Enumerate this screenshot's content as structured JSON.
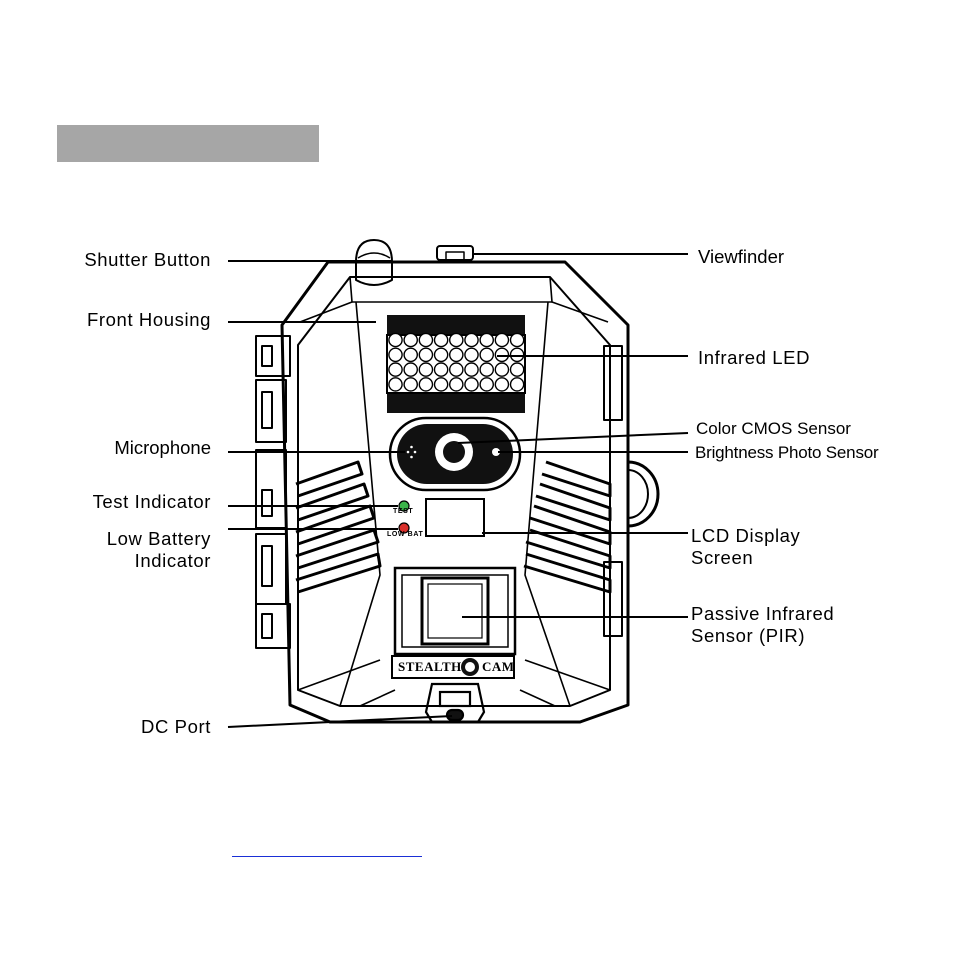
{
  "diagram": {
    "labels": {
      "shutter_button": "Shutter Button",
      "front_housing": "Front Housing",
      "microphone": "Microphone",
      "test_indicator": "Test Indicator",
      "low_battery_indicator": "Low Battery\nIndicator",
      "dc_port": "DC Port",
      "viewfinder": "Viewfinder",
      "infrared_led": "Infrared LED",
      "color_cmos_sensor": "Color CMOS Sensor",
      "brightness_photo_sensor": "Brightness Photo Sensor",
      "lcd_display_screen": "LCD Display\nScreen",
      "passive_infrared_sensor": "Passive Infrared\nSensor (PIR)"
    },
    "device_text": {
      "test": "TEST",
      "low_bat": "LOW BAT",
      "brand_left": "STEALTH",
      "brand_right": "CAM"
    },
    "colors": {
      "header_bar": "#a6a6a6",
      "test_led": "#3bb54a",
      "low_bat_led": "#d9302c",
      "link_underline": "#1a2fd6"
    },
    "led_grid": {
      "rows": 4,
      "cols": 9
    }
  }
}
